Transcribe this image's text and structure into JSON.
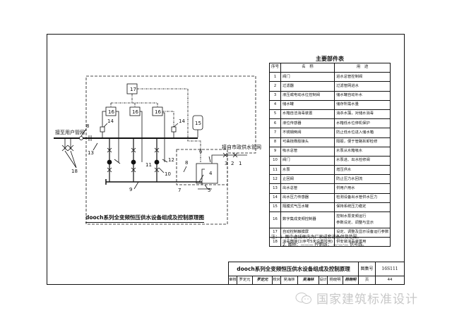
{
  "drawing": {
    "title": "dooch系列全变频恒压供水设备组成及控制原理图",
    "labels": {
      "to_user_network": "接至用户管网",
      "from_municipal": "接自市政供水管网"
    },
    "callouts": [
      "1",
      "2",
      "3",
      "4",
      "5",
      "6",
      "7",
      "8",
      "8",
      "9",
      "10",
      "11",
      "12",
      "13",
      "14",
      "14",
      "15",
      "16",
      "16",
      "16",
      "17",
      "18"
    ]
  },
  "parts_table": {
    "title": "主要部件表",
    "headers": [
      "序号",
      "名　称",
      "用　途"
    ],
    "rows": [
      {
        "no": "1",
        "name": "阀门",
        "use": "进水总管控制阀"
      },
      {
        "no": "2",
        "name": "过滤器",
        "use": "过滤管网进水"
      },
      {
        "no": "3",
        "name": "液压或电动水位控制阀",
        "use": "储水罐自动补水"
      },
      {
        "no": "4",
        "name": "储水罐",
        "use": "储存所需水量"
      },
      {
        "no": "5",
        "name": "水箱自洁消毒装置",
        "use": "消杀水藻，对储水消毒"
      },
      {
        "no": "6",
        "name": "液位传感器",
        "use": "水箱低水位停机保护"
      },
      {
        "no": "7",
        "name": "不锈钢倒阀",
        "use": "防止低水位进入储水箱"
      },
      {
        "no": "8",
        "name": "可曲挠橡胶接头",
        "use": "隔振，便于管路拆卸检修"
      },
      {
        "no": "9",
        "name": "吸水总管",
        "use": "水泵从水箱吸水"
      },
      {
        "no": "10",
        "name": "阀门",
        "use": "水泵进、出水检修阀"
      },
      {
        "no": "11",
        "name": "水泵",
        "use": "增压供水"
      },
      {
        "no": "12",
        "name": "止回阀",
        "use": "防止压力水回流"
      },
      {
        "no": "13",
        "name": "出水总管",
        "use": "供用户用水"
      },
      {
        "no": "14",
        "name": "出水压力传感器",
        "use": "检测设备出水管供水压力"
      },
      {
        "no": "15",
        "name": "隔膜式气压水罐",
        "use": "保持系统压力稳定"
      },
      {
        "no": "16",
        "name": "数字集成变频控制器",
        "use": "控制水泵变频运行",
        "use2": "参数设定、调整与显示"
      },
      {
        "no": "17",
        "name": "自动控制触摸屏",
        "use": "设定、调整及显示设备运行参数"
      },
      {
        "no": "18",
        "name": "消毒器接口(序号5未设置时用)",
        "use": "供安装消毒装置用"
      }
    ]
  },
  "notes": {
    "prefix": "注：",
    "items": [
      "1. 图中虚线框内为厂家成套设备供货范围。",
      "2. 图例：——— 控制线；  —·—·— 信号线。"
    ]
  },
  "title_block": {
    "title": "dooch系列全变频恒压供水设备组成及控制原理",
    "atlas_no_label": "图集号",
    "atlas_no": "16S111",
    "review_label": "审核",
    "reviewer": "罗定元",
    "reviewer_sig": "罗定元",
    "check_label": "校对",
    "checker": "吴海林",
    "checker_sig": "吴海林",
    "design_label": "设计",
    "designer": "杨晓明",
    "designer_sig": "杨晓明",
    "page_label": "页",
    "page": "44"
  },
  "watermark": {
    "text": "国家建筑标准设计"
  }
}
